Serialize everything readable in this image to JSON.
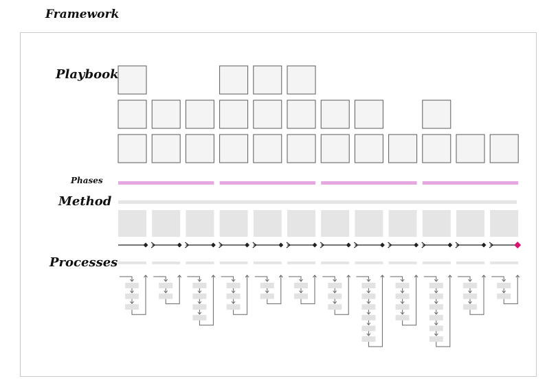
{
  "title": "Framework",
  "labels": {
    "playbook": "Playbook",
    "phases": "Phases",
    "method": "Method",
    "processes": "Processes"
  },
  "colors": {
    "frame_border": "#c8c8c8",
    "playbook_box_fill": "#f4f4f4",
    "playbook_box_border": "#5a5a5a",
    "phase_bar": "#e6a8e1",
    "method_fill": "#e5e5e5",
    "timeline_line": "#222222",
    "final_milestone": "#d6146e",
    "process_step": "#e2e2e2",
    "process_line": "#666666"
  },
  "playbook": {
    "columns": 12,
    "rows": [
      [
        1,
        0,
        0,
        1,
        1,
        1,
        0,
        0,
        0,
        0,
        0,
        0
      ],
      [
        1,
        1,
        1,
        1,
        1,
        1,
        1,
        1,
        0,
        1,
        0,
        0
      ],
      [
        1,
        1,
        1,
        1,
        1,
        1,
        1,
        1,
        1,
        1,
        1,
        1
      ]
    ]
  },
  "phases": [
    {
      "start": 0,
      "end": 2
    },
    {
      "start": 3,
      "end": 5
    },
    {
      "start": 6,
      "end": 8
    },
    {
      "start": 9,
      "end": 11
    }
  ],
  "timeline": {
    "segments": 12,
    "final_milestone_highlighted": true
  },
  "processes": {
    "steps_per_column": [
      3,
      2,
      4,
      3,
      2,
      2,
      3,
      6,
      4,
      6,
      3,
      2
    ]
  },
  "icons": {
    "milestone": "diamond-icon",
    "segment_start": "chevron-right-icon",
    "flow_arrow": "arrow-down-icon",
    "return_arrow": "arrow-up-icon"
  }
}
